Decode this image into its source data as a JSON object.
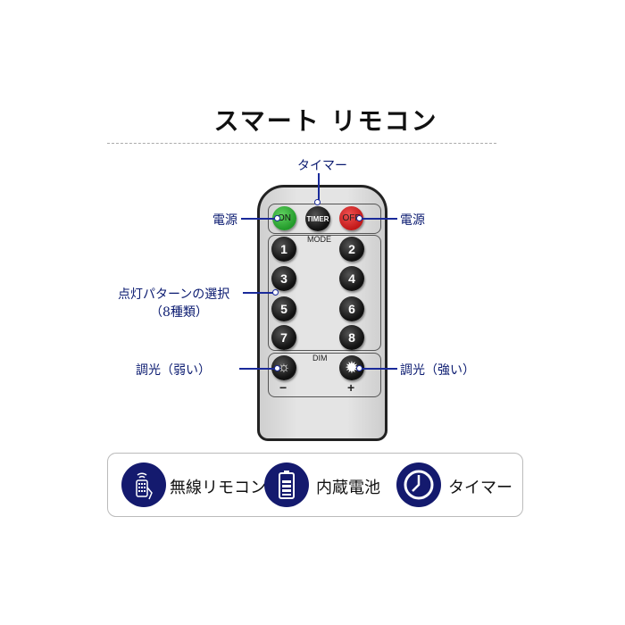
{
  "title": "スマート リモコン",
  "callouts": {
    "timer": "タイマー",
    "power_left": "電源",
    "power_right": "電源",
    "pattern_line1": "点灯パターンの選択",
    "pattern_line2": "（8種類）",
    "dim_weak": "調光（弱い）",
    "dim_strong": "調光（強い）"
  },
  "remote": {
    "on": "ON",
    "timer": "TIMER",
    "off": "OFF",
    "mode": "MODE",
    "dim": "DIM",
    "minus": "−",
    "plus": "+",
    "numbers": [
      "1",
      "2",
      "3",
      "4",
      "5",
      "6",
      "7",
      "8"
    ],
    "colors": {
      "on": "#2fa83a",
      "off": "#d42020",
      "accent": "#1a2a9a"
    }
  },
  "features": [
    {
      "icon": "wireless-remote-icon",
      "label": "無線リモコン"
    },
    {
      "icon": "battery-icon",
      "label": "内蔵電池"
    },
    {
      "icon": "clock-icon",
      "label": "タイマー"
    }
  ]
}
